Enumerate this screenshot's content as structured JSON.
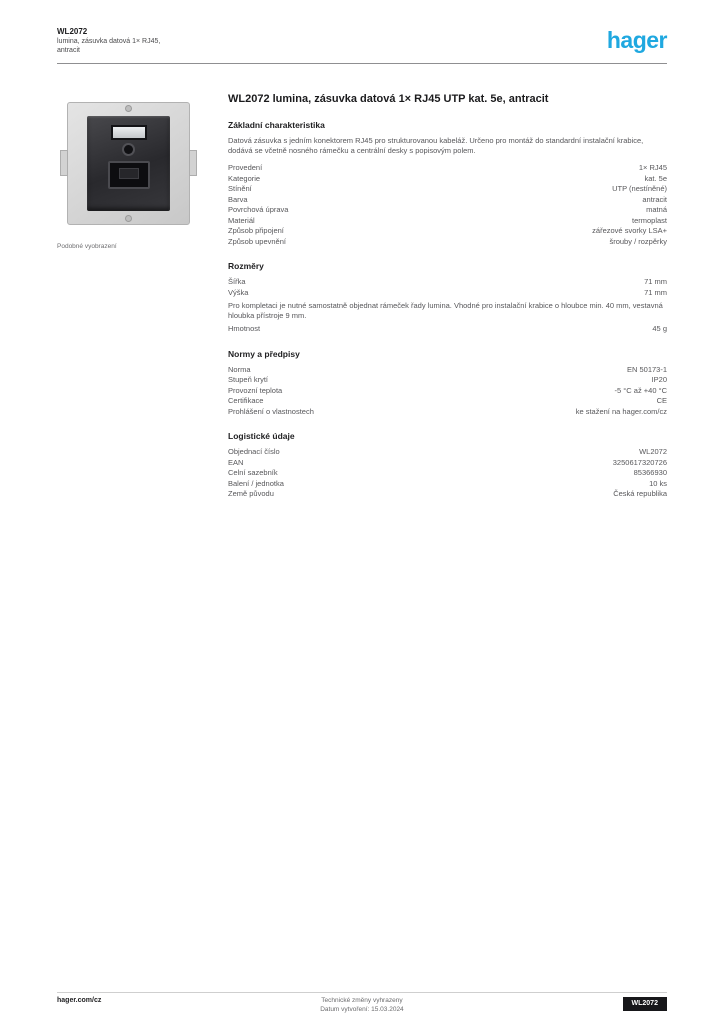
{
  "brand": {
    "name": "hager",
    "color": "#1fa8e0"
  },
  "header": {
    "line1": "WL2072",
    "line2": "lumina, zásuvka datová 1× RJ45, antracit"
  },
  "product": {
    "title": "WL2072 lumina, zásuvka datová 1× RJ45 UTP kat. 5e, antracit",
    "image_caption": "Podobné vyobrazení"
  },
  "sections": [
    {
      "heading": "Základní charakteristika",
      "paragraph": "Datová zásuvka s jedním konektorem RJ45 pro strukturovanou kabeláž. Určeno pro montáž do standardní instalační krabice, dodává se včetně nosného rámečku a centrální desky s popisovým polem.",
      "rows": [
        {
          "label": "Provedení",
          "value": "1× RJ45"
        },
        {
          "label": "Kategorie",
          "value": "kat. 5e"
        },
        {
          "label": "Stínění",
          "value": "UTP (nestíněné)"
        },
        {
          "label": "Barva",
          "value": "antracit"
        },
        {
          "label": "Povrchová úprava",
          "value": "matná"
        },
        {
          "label": "Materiál",
          "value": "termoplast"
        },
        {
          "label": "Způsob připojení",
          "value": "zářezové svorky LSA+"
        },
        {
          "label": "Způsob upevnění",
          "value": "šrouby / rozpěrky"
        }
      ]
    },
    {
      "heading": "Rozměry",
      "rows": [
        {
          "label": "Šířka",
          "value": "71 mm"
        },
        {
          "label": "Výška",
          "value": "71 mm"
        },
        {
          "note": "Pro kompletaci je nutné samostatně objednat rámeček řady lumina. Vhodné pro instalační krabice o hloubce min. 40 mm, vestavná hloubka přístroje 9 mm."
        },
        {
          "label": "Hmotnost",
          "value": "45 g"
        }
      ]
    },
    {
      "heading": "Normy a předpisy",
      "rows": [
        {
          "label": "Norma",
          "value": "EN 50173-1"
        },
        {
          "label": "Stupeň krytí",
          "value": "IP20"
        },
        {
          "label": "Provozní teplota",
          "value": "-5 °C až +40 °C"
        },
        {
          "label": "Certifikace",
          "value": "CE"
        },
        {
          "label": "Prohlášení o vlastnostech",
          "value": "ke stažení na hager.com/cz"
        }
      ]
    },
    {
      "heading": "Logistické údaje",
      "rows": [
        {
          "label": "Objednací číslo",
          "value": "WL2072"
        },
        {
          "label": "EAN",
          "value": "3250617320726"
        },
        {
          "label": "Celní sazebník",
          "value": "85366930"
        },
        {
          "label": "Balení / jednotka",
          "value": "10 ks"
        },
        {
          "label": "Země původu",
          "value": "Česká republika"
        }
      ]
    }
  ],
  "footer": {
    "site": "hager.com/cz",
    "note_line1": "Technické změny vyhrazeny",
    "note_line2": "Datum vytvoření: 15.03.2024",
    "page_ref": "WL2072"
  }
}
